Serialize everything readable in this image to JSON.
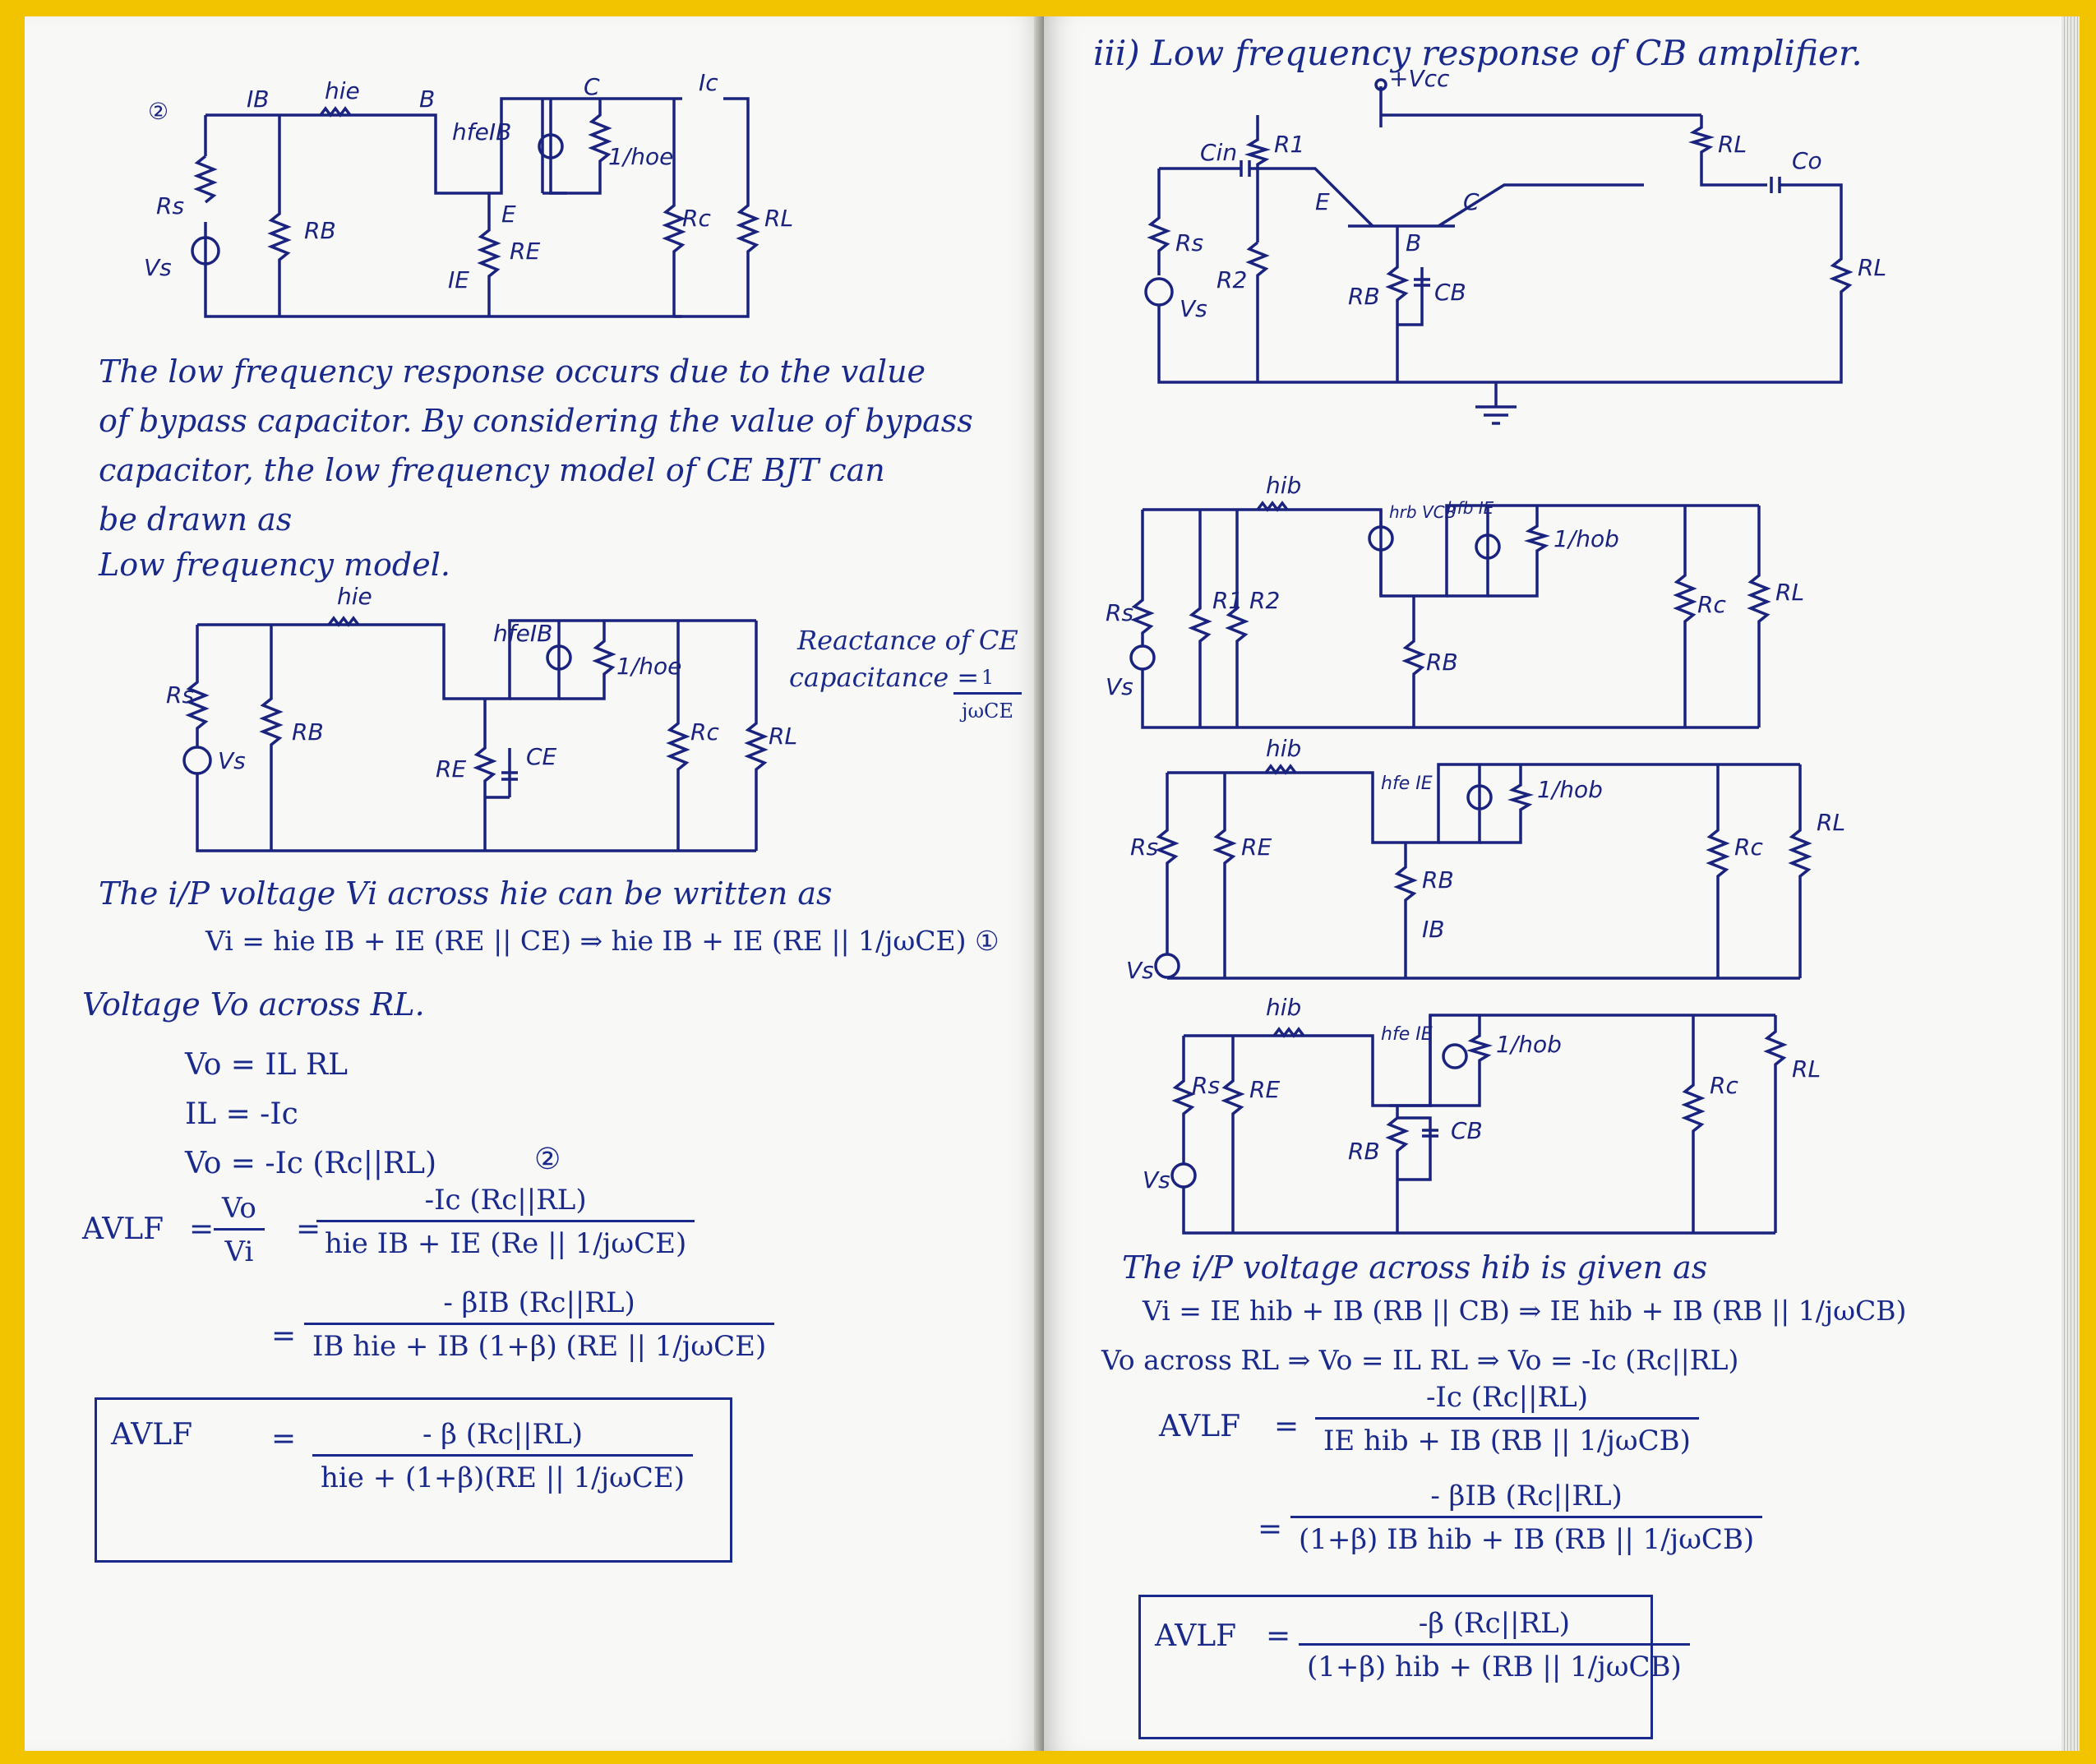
{
  "left_page": {
    "circuit1": {
      "number": "②",
      "labels": [
        "IB",
        "hie",
        "B",
        "C",
        "Ic",
        "hfeIB",
        "1/hoe",
        "Rs",
        "RB",
        "E",
        "RE",
        "IE",
        "Rc",
        "RL",
        "Vs"
      ]
    },
    "para_lines": [
      "The low frequency response occurs due to the value",
      "of bypass capacitor. By considering the value of bypass",
      "capacitor, the low frequency model of CE BJT can",
      "be drawn as"
    ],
    "low_freq_model_label": "Low frequency model.",
    "circuit2": {
      "labels": [
        "hie",
        "hfeIB",
        "1/hoe",
        "Rs",
        "RB",
        "Rc",
        "RL",
        "RE",
        "CE",
        "Vs"
      ]
    },
    "note_line1": "Reactance of CE",
    "note_line2": "capacitance =",
    "note_num": "1",
    "note_den": "jωCE",
    "ip_line": "The i/P voltage Vi across hie can be written as",
    "vi_eq": "Vi = hie IB + IE (RE || CE) ⇒ hie IB + IE (RE || 1/jωCE) ①",
    "vo_heading": "Voltage Vo across RL.",
    "vo_eq1": "Vo = IL RL",
    "vo_eq2": "IL = -Ic",
    "vo_eq3": "Vo = -Ic (Rc||RL)",
    "vo_eq3_tag": "②",
    "avlf_label": "AVLF",
    "avlf_eq": "=",
    "vo_vi_num": "Vo",
    "vo_vi_den": "Vi",
    "frac1_num": "-Ic (Rc||RL)",
    "frac1_den": "hie IB + IE (Re || 1/jωCE)",
    "frac2_num": "- βIB (Rc||RL)",
    "frac2_den": "IB hie + IB (1+β) (RE || 1/jωCE)",
    "box_label": "AVLF",
    "box_num": "- β (Rc||RL)",
    "box_den": "hie + (1+β)(RE || 1/jωCE)"
  },
  "right_page": {
    "heading": "iii) Low frequency response of CB amplifier.",
    "circuit_cb": {
      "labels": [
        "+Vcc",
        "Cin",
        "R1",
        "RL",
        "Co",
        "E",
        "C",
        "Rs",
        "B",
        "R2",
        "RB",
        "CB",
        "Vs",
        "RL"
      ]
    },
    "circuit_a": {
      "labels": [
        "hib",
        "hrb VCB",
        "hfb IE",
        "1/hob",
        "Rs",
        "R1",
        "R2",
        "Rc",
        "RL",
        "RB",
        "Vs"
      ]
    },
    "circuit_b": {
      "labels": [
        "hib",
        "hfe IE",
        "1/hob",
        "Rs",
        "RE",
        "Rc",
        "RL",
        "RB",
        "IB",
        "Vs"
      ]
    },
    "circuit_c": {
      "labels": [
        "hib",
        "hfe IE",
        "1/hob",
        "Rs",
        "RE",
        "Rc",
        "RL",
        "RB",
        "CB",
        "Vs"
      ]
    },
    "ip_line": "The i/P voltage across hib is given as",
    "vi_eq": "Vi = IE hib + IB (RB || CB) ⇒ IE hib + IB (RB || 1/jωCB)",
    "vo_eq": "Vo across RL ⇒ Vo = IL RL ⇒ Vo = -Ic (Rc||RL)",
    "avlf_label": "AVLF",
    "avlf_eq": "=",
    "frac1_num": "-Ic (Rc||RL)",
    "frac1_den": "IE hib + IB (RB || 1/jωCB)",
    "frac2_num": "- βIB (Rc||RL)",
    "frac2_den": "(1+β) IB hib + IB (RB || 1/jωCB)",
    "box_label": "AVLF",
    "box_num": "-β (Rc||RL)",
    "box_den": "(1+β) hib + (RB || 1/jωCB)"
  }
}
